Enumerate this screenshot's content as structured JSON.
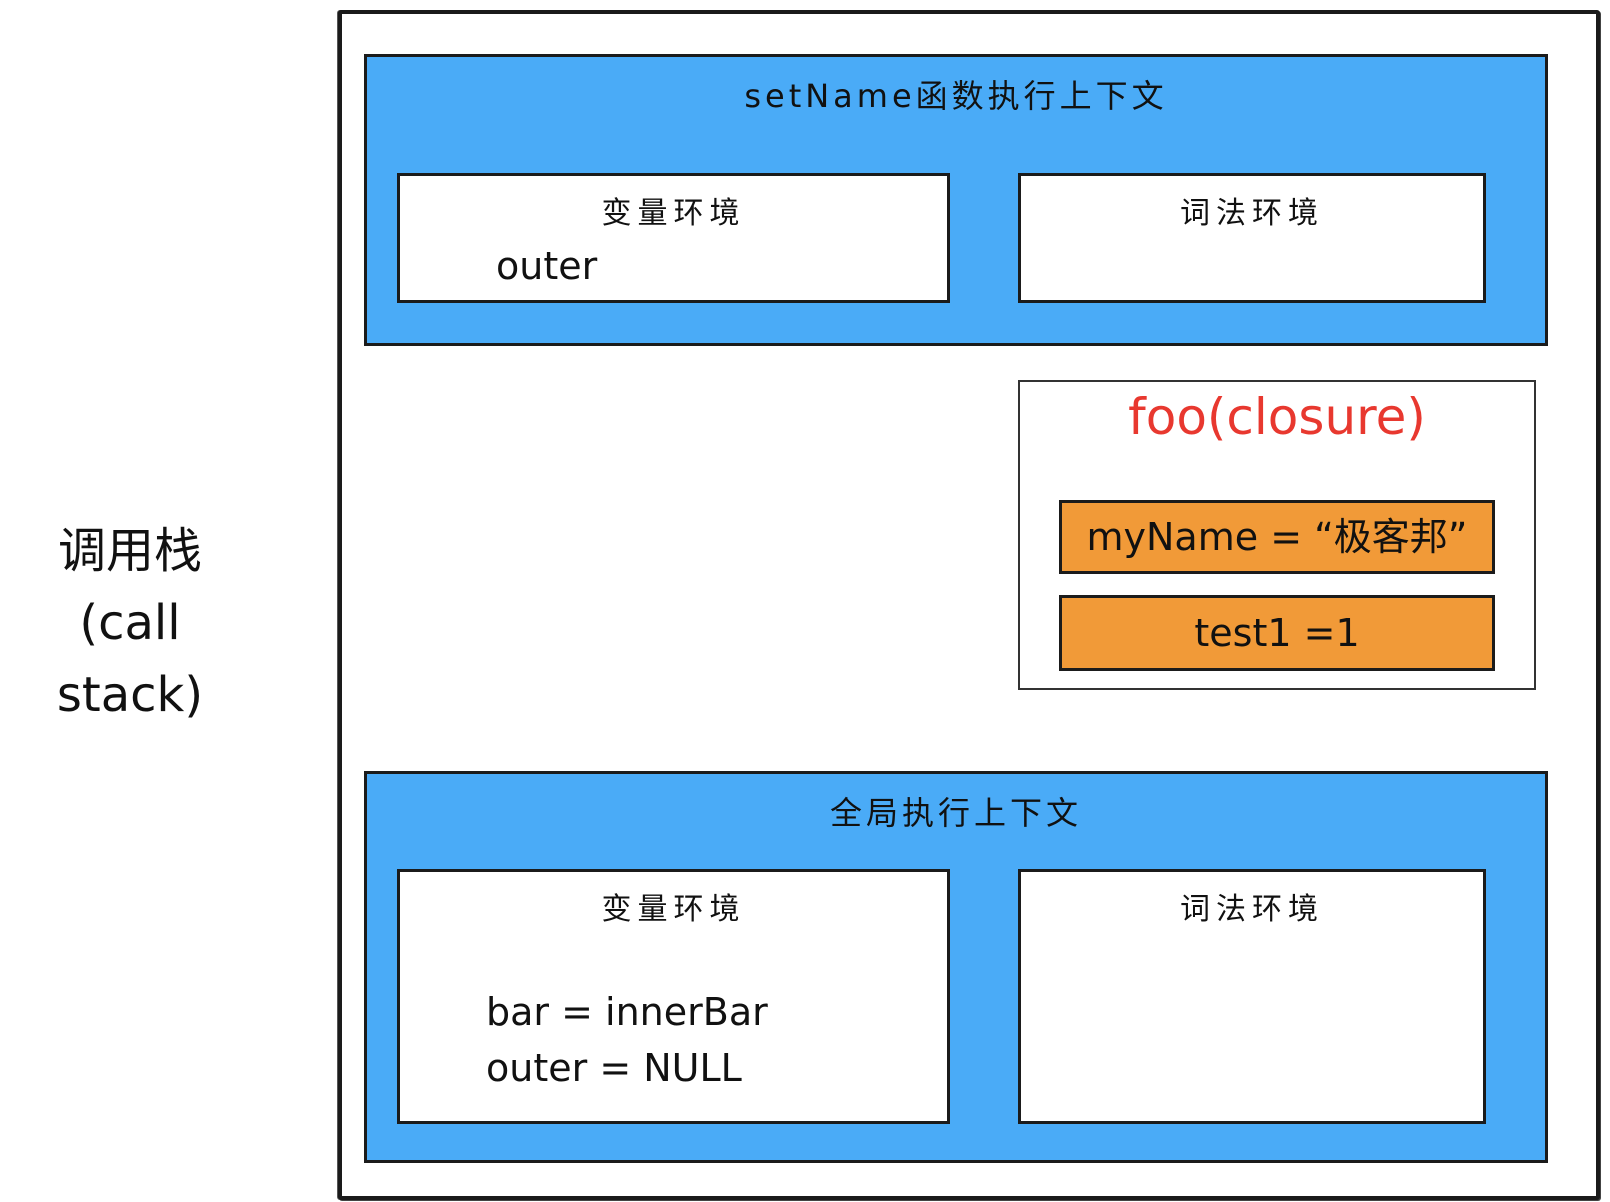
{
  "stack_label": {
    "zh": "调用栈",
    "en": "(call stack)"
  },
  "set_name_context": {
    "title": "setName函数执行上下文",
    "variable_env": {
      "title": "变量环境",
      "lines": [
        "outer"
      ]
    },
    "lexical_env": {
      "title": "词法环境"
    }
  },
  "closure": {
    "title": "foo(closure)",
    "vars": [
      "myName = “极客邦”",
      "test1 =1"
    ]
  },
  "global_context": {
    "title": "全局执行上下文",
    "variable_env": {
      "title": "变量环境",
      "lines": [
        "bar =  innerBar",
        "outer = NULL"
      ]
    },
    "lexical_env": {
      "title": "词法环境"
    }
  },
  "colors": {
    "context_blue": "#4aabf7",
    "closure_orange": "#f19a38",
    "closure_title_red": "#e8382f"
  }
}
